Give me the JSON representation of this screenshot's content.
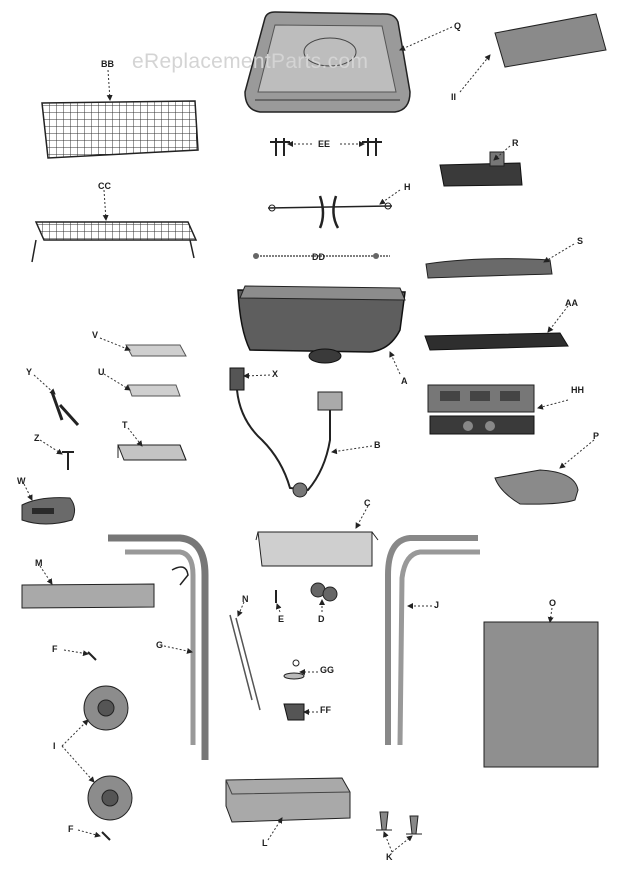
{
  "watermark": "eReplacementParts.com",
  "labels": {
    "Q": "Q",
    "II": "II",
    "BB": "BB",
    "EE": "EE",
    "R": "R",
    "H": "H",
    "CC": "CC",
    "DD": "DD",
    "S": "S",
    "AA": "AA",
    "V": "V",
    "X": "X",
    "A": "A",
    "Y": "Y",
    "U": "U",
    "HH": "HH",
    "T": "T",
    "Z": "Z",
    "B": "B",
    "P": "P",
    "W": "W",
    "C": "C",
    "M": "M",
    "N": "N",
    "E": "E",
    "D": "D",
    "J": "J",
    "O": "O",
    "G": "G",
    "F1": "F",
    "GG": "GG",
    "FF": "FF",
    "I": "I",
    "F2": "F",
    "L": "L",
    "K": "K"
  },
  "colors": {
    "line": "#2a2a2a",
    "part_fill": "#b9b9b9",
    "part_dark": "#6e6e6e",
    "leader": "#333333"
  }
}
